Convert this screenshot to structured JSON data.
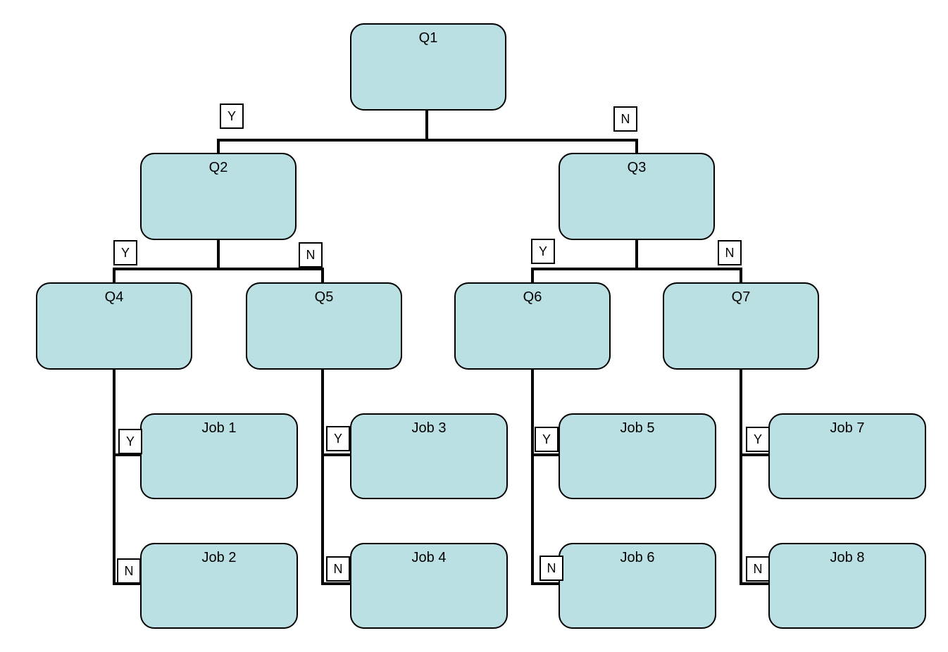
{
  "diagram": {
    "questions": {
      "q1": "Q1",
      "q2": "Q2",
      "q3": "Q3",
      "q4": "Q4",
      "q5": "Q5",
      "q6": "Q6",
      "q7": "Q7"
    },
    "jobs": {
      "job1": "Job 1",
      "job2": "Job 2",
      "job3": "Job 3",
      "job4": "Job 4",
      "job5": "Job 5",
      "job6": "Job 6",
      "job7": "Job 7",
      "job8": "Job 8"
    },
    "yes_label": "Y",
    "no_label": "N",
    "colors": {
      "node_fill": "#bbe0e3",
      "node_border": "#000000",
      "connector": "#000000",
      "tag_fill": "#ffffff"
    }
  }
}
